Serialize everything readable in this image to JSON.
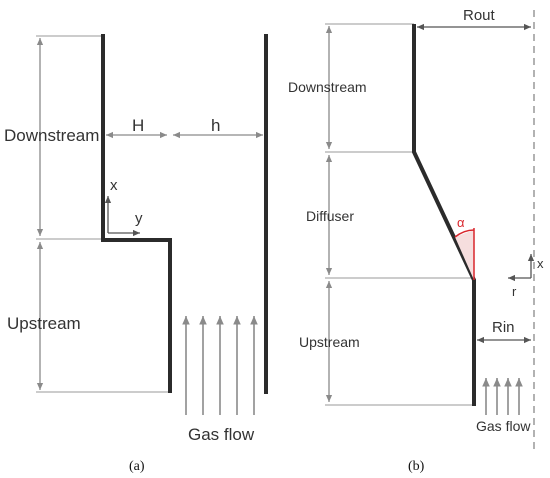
{
  "panel_a": {
    "label_downstream": "Downstream",
    "label_upstream": "Upstream",
    "label_H": "H",
    "label_h": "h",
    "label_x": "x",
    "label_y": "y",
    "label_gas_flow": "Gas flow",
    "caption": "(a)"
  },
  "panel_b": {
    "label_rout": "Rout",
    "label_downstream": "Downstream",
    "label_diffuser": "Diffuser",
    "label_upstream": "Upstream",
    "label_alpha": "α",
    "label_x": "x",
    "label_r": "r",
    "label_rin": "Rin",
    "label_gas_flow": "Gas flow",
    "caption": "(b)"
  },
  "colors": {
    "wall": "#2b2b2b",
    "dimension": "#8a8a8a",
    "alpha_marker": "#d9262c"
  }
}
